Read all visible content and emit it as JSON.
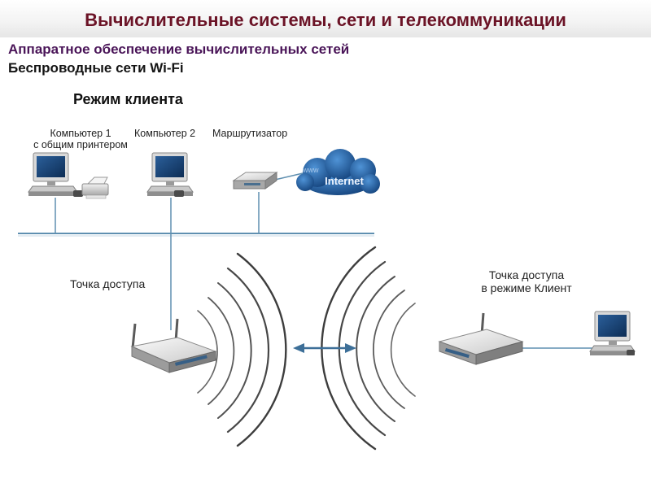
{
  "header": {
    "title": "Вычислительные системы, сети и телекоммуникации",
    "subtitle_1": "Аппаратное обеспечение вычислительных сетей",
    "subtitle_2": "Беспроводные сети Wi-Fi"
  },
  "diagram": {
    "heading": "Режим клиента",
    "computer_1": {
      "line_1": "Компьютер 1",
      "line_2": "с общим принтером"
    },
    "computer_2": "Компьютер 2",
    "router": "Маршрутизатор",
    "internet": "Internet",
    "access_point": "Точка доступа",
    "client_access_point": {
      "line_1": "Точка доступа",
      "line_2": "в режиме Клиент"
    }
  },
  "colors": {
    "title": "#6b1326",
    "subtitle_1": "#4a1558",
    "cloud": "#1f5fa0",
    "network_line": "#5f8fb0",
    "wave": "#333333"
  }
}
